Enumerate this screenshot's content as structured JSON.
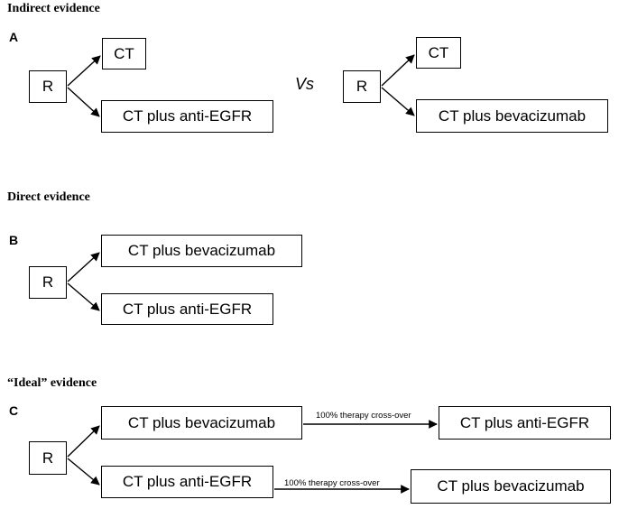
{
  "sections": {
    "indirect": {
      "heading": "Indirect evidence",
      "letter": "A",
      "left": {
        "r": "R",
        "arm1": "CT",
        "arm2": "CT plus anti-EGFR"
      },
      "vs": "Vs",
      "right": {
        "r": "R",
        "arm1": "CT",
        "arm2": "CT plus bevacizumab"
      }
    },
    "direct": {
      "heading": "Direct evidence",
      "letter": "B",
      "r": "R",
      "arm1": "CT plus bevacizumab",
      "arm2": "CT plus anti-EGFR"
    },
    "ideal": {
      "heading": "“Ideal” evidence",
      "letter": "C",
      "r": "R",
      "arm1": "CT plus bevacizumab",
      "arm2": "CT plus anti-EGFR",
      "crossover_label_1": "100% therapy cross-over",
      "crossover_label_2": "100% therapy cross-over",
      "crossover_target_1": "CT plus anti-EGFR",
      "crossover_target_2": "CT plus bevacizumab"
    }
  }
}
